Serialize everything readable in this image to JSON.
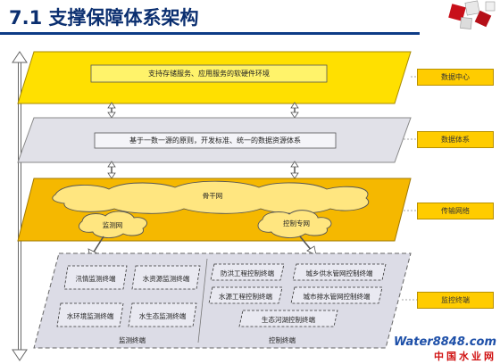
{
  "header": {
    "title": "7.1 支撑保障体系架构"
  },
  "layers": {
    "data_center": {
      "box": "支持存储服务、应用服务的软硬件环境",
      "side_label": "数据中心"
    },
    "data_system": {
      "box": "基于一数一源的原则，开发标准、统一的数据资源体系",
      "side_label": "数据体系"
    },
    "network": {
      "backbone": "骨干网",
      "monitor_net": "监测网",
      "control_net": "控制专网",
      "side_label": "传输网络"
    },
    "terminals": {
      "side_label": "监控终端",
      "monitor_group": "监测终端",
      "control_group": "控制终端",
      "monitor_items": [
        "汛情监测终端",
        "水资源监测终端",
        "水环境监测终端",
        "水生态监测终端"
      ],
      "control_items": [
        "防洪工程控制终端",
        "城乡供水管网控制终端",
        "水源工程控制终端",
        "城市排水管网控制终端",
        "生态河湖控制终端"
      ]
    }
  },
  "watermark": {
    "brand": "Water8848.com",
    "site": "中国水业网"
  },
  "colors": {
    "yellow": "#ffe000",
    "orange": "#f5b800",
    "grey": "#e1e1e8",
    "title": "#0b2f70",
    "side": "#ffcc00"
  }
}
